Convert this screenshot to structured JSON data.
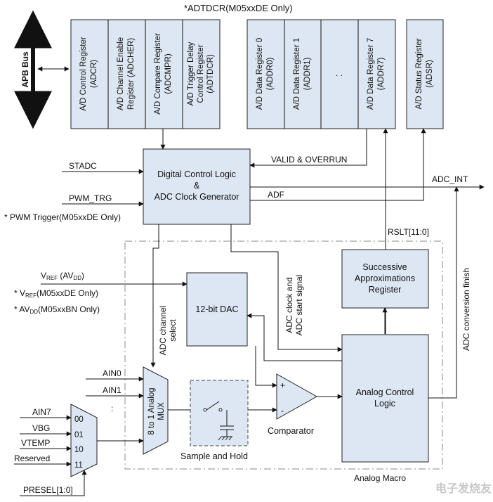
{
  "title_note": "*ADTDCR(M05xxDE Only)",
  "apb_bus": "APB Bus",
  "control_registers": [
    {
      "line1": "A/D Control Register",
      "line2": "(ADCR)"
    },
    {
      "line1": "A/D Channel Enable",
      "line2": "Register (ADCHER)"
    },
    {
      "line1": "A/D Compare Register",
      "line2": "(ADCMPR)"
    },
    {
      "line1": "A/D Trigger Delay",
      "line2": "Control Register",
      "line3": "(ADTDCR)"
    }
  ],
  "data_registers": [
    {
      "line1": "A/D Data Register 0",
      "line2": "(ADDR0)"
    },
    {
      "line1": "A/D Data Register 1",
      "line2": "(ADDR1)"
    },
    {
      "line1": ". ."
    },
    {
      "line1": "A/D Data Register 7",
      "line2": "(ADDR7)"
    }
  ],
  "status_register": {
    "line1": "A/D Status Register",
    "line2": "(ADSR)"
  },
  "digital_logic": {
    "line1": "Digital Control Logic",
    "line2": "&",
    "line3": "ADC Clock Generator"
  },
  "signals": {
    "valid_overrun": "VALID & OVERRUN",
    "adc_int": "ADC_INT",
    "adf": "ADF",
    "rslt": "RSLT[11:0]",
    "stadc": "STADC",
    "pwm_trg": "PWM_TRG",
    "pwm_note": "* PWM Trigger(M05xxDE Only)",
    "vref_main": "V",
    "vref_sub": "REF",
    "vref_paren": " (AV",
    "vref_dd_sub": "DD",
    "vref_close": ")",
    "note_vref_pre": "* V",
    "note_vref_sub": "REF",
    "note_vref_post": "(M05xxDE Only)",
    "note_avdd_pre": "* AV",
    "note_avdd_sub": "DD",
    "note_avdd_post": "(M05xxBN Only)",
    "adc_channel_select_1": "ADC channel",
    "adc_channel_select_2": "select",
    "adc_clock_1": "ADC clock and",
    "adc_clock_2": "ADC start signal",
    "adc_conv_finish": "ADC conversion finish",
    "presel": "PRESEL[1:0]"
  },
  "sar": {
    "line1": "Successive",
    "line2": "Approximations",
    "line3": "Register"
  },
  "dac": "12-bit DAC",
  "analog_control": {
    "line1": "Analog Control",
    "line2": "Logic"
  },
  "comparator": "Comparator",
  "comp_plus": "+",
  "comp_minus": "-",
  "sample_hold": "Sample and Hold",
  "analog_macro": "Analog Macro",
  "mux_main": {
    "line1": "8 to 1 Analog",
    "line2": "MUX"
  },
  "mux_inputs": [
    "AIN0",
    "AIN1",
    ":"
  ],
  "presel_mux": {
    "inputs": [
      "AIN7",
      "VBG",
      "VTEMP",
      "Reserved"
    ],
    "codes": [
      "00",
      "01",
      "10",
      "11"
    ]
  },
  "watermark": "电子发烧友"
}
